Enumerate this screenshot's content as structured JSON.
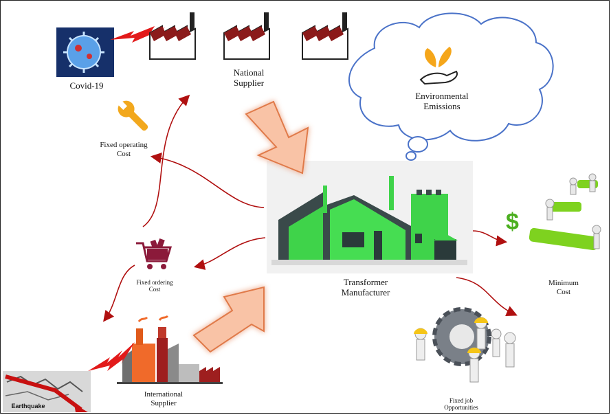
{
  "labels": {
    "covid": "Covid-19",
    "national_supplier_line1": "National",
    "national_supplier_line2": "Supplier",
    "env_line1": "Environmental",
    "env_line2": "Emissions",
    "fixed_operating_line1": "Fixed operating",
    "fixed_operating_line2": "Cost",
    "transformer_line1": "Transformer",
    "transformer_line2": "Manufacturer",
    "minimum_cost_line1": "Minimum",
    "minimum_cost_line2": "Cost",
    "fixed_ordering_line1": "Fixed ordering",
    "fixed_ordering_line2": "Cost",
    "international_line1": "International",
    "international_line2": "Supplier",
    "fixed_job_line1": "Fixed job",
    "fixed_job_line2": "Opportunities",
    "earthquake": "Earthquake"
  },
  "colors": {
    "flow_arrow": "#b01010",
    "big_arrow_fill": "#f9c3a6",
    "big_arrow_stroke": "#e07a4a",
    "factory_roof": "#8b1a1a",
    "factory_green": "#3fd34a",
    "factory_dark": "#3a4a4a",
    "cloud_stroke": "#4a72c8",
    "hazard_red": "#e21a1a",
    "puzzle_green": "#7ed21f",
    "wrench_orange": "#f2a81d"
  }
}
